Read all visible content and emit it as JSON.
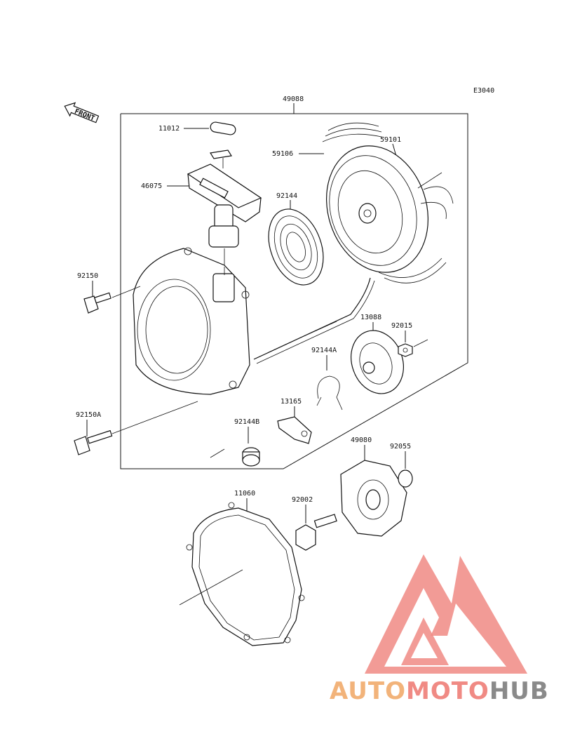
{
  "diagram_code": "E3040",
  "front_label": "FRONT",
  "parts": {
    "assembly": "49088",
    "cap": "11012",
    "handle": "46075",
    "spring": "92144",
    "rope": "59106",
    "reel": "59101",
    "bolt_a": "92150",
    "bolt_b": "92150A",
    "ratchet": "13088",
    "nut": "92015",
    "spring_clip": "92144A",
    "pawl": "13165",
    "spring_b": "92144B",
    "pulley": "49080",
    "o_ring": "92055",
    "gasket": "11060",
    "pulley_bolt": "92002"
  },
  "watermark": {
    "part1": "AUTO",
    "part2": "MOTO",
    "part3": "HUB",
    "colors": {
      "auto": "#f2b37a",
      "moto": "#f08a84",
      "hub": "#8a8a8a",
      "logo": "#f08a84"
    }
  }
}
